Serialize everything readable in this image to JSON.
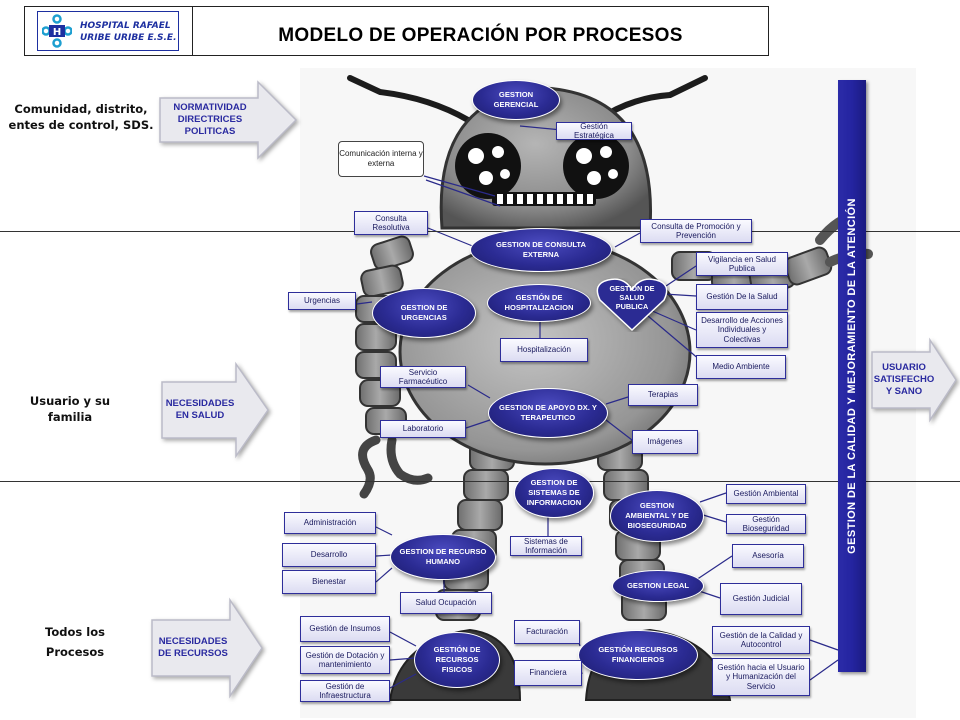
{
  "header": {
    "title": "MODELO DE OPERACIÓN POR PROCESOS",
    "logo_line1": "HOSPITAL RAFAEL",
    "logo_line2": "URIBE URIBE E.S.E."
  },
  "side_labels": {
    "top": "Comunidad, distrito, entes de control,  SDS.",
    "middle": "Usuario y su familia",
    "bottom": "Todos los Procesos"
  },
  "arrows": {
    "normatividad": "NORMATIVIDAD DIRECTRICES POLITICAS",
    "necesidades_salud": "NECESIDADES EN SALUD",
    "necesidades_recursos": "NECESIDADES DE RECURSOS",
    "usuario": "USUARIO SATISFECHO Y SANO"
  },
  "vertical_bar": "GESTION DE LA CALIDAD Y MEJORAMIENTO DE LA ATENCIÓN",
  "callout": "Comunicación interna y externa",
  "processes": {
    "gerencial": "GESTION GERENCIAL",
    "consulta_externa": "GESTION DE CONSULTA EXTERNA",
    "urgencias": "GESTION DE URGENCIAS",
    "hospitalizacion": "GESTIÓN DE HOSPITALIZACION",
    "salud_publica": "GESTION DE SALUD PUBLICA",
    "apoyo": "GESTION DE APOYO DX. Y TERAPEUTICO",
    "sistemas": "GESTION DE SISTEMAS DE INFORMACION",
    "ambiental": "GESTION AMBIENTAL Y DE BIOSEGURIDAD",
    "recurso_humano": "GESTION DE RECURSO HUMANO",
    "legal": "GESTION LEGAL",
    "recursos_fisicos": "GESTIÓN DE RECURSOS FISICOS",
    "recursos_financieros": "GESTIÓN RECURSOS FINANCIEROS"
  },
  "subprocesses": {
    "estrategica": "Gestión Estratégica",
    "consulta_resolutiva": "Consulta Resolutiva",
    "promocion": "Consulta de Promoción y Prevención",
    "vigilancia": "Vigilancia en Salud Publica",
    "gestion_salud": "Gestión De la Salud",
    "acciones": "Desarrollo de Acciones Individuales y Colectivas",
    "medio_ambiente": "Medio Ambiente",
    "urgencias": "Urgencias",
    "hospitalizacion": "Hospitalización",
    "farmaceutico": "Servicio Farmacéutico",
    "laboratorio": "Laboratorio",
    "terapias": "Terapias",
    "imagenes": "Imágenes",
    "sistemas_info": "Sistemas de Información",
    "ambiental": "Gestión Ambiental",
    "bioseguridad": "Gestión Bioseguridad",
    "administracion": "Administración",
    "desarrollo": "Desarrollo",
    "bienestar": "Bienestar",
    "salud_ocupacion": "Salud Ocupación",
    "asesoria": "Asesoría",
    "judicial": "Gestión Judicial",
    "insumos": "Gestión de Insumos",
    "dotacion": "Gestión de Dotación y mantenimiento",
    "infraestructura": "Gestión de Infraestructura",
    "facturacion": "Facturación",
    "financiera": "Financiera",
    "calidad": "Gestión de la Calidad y Autocontrol",
    "humanizacion": "Gestión hacia el Usuario y Humanización del Servicio"
  },
  "colors": {
    "process_blue": "#2b2b93",
    "bar_blue": "#2424a0",
    "arrow_text": "#2a2aa0",
    "robot_gray": "#8c8c8c"
  }
}
